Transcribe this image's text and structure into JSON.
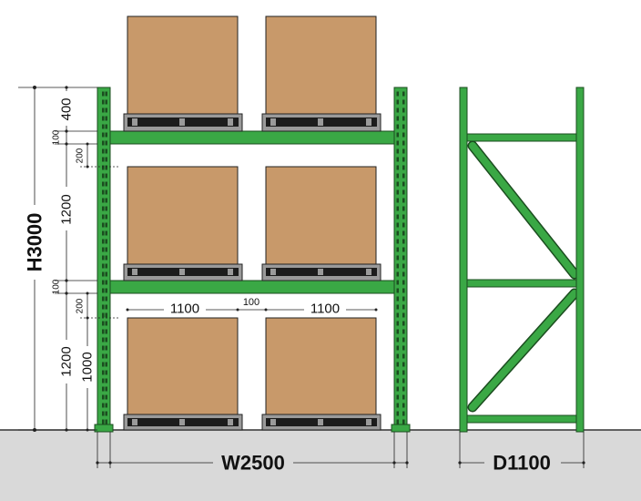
{
  "colors": {
    "frame_green": "#3aa845",
    "frame_outline": "#1b4d1f",
    "box_brown": "#c8996a",
    "pallet_dark": "#1c1c1c",
    "pallet_grey": "#9a9a9a",
    "floor_grey": "#d9d9d9"
  },
  "labels": {
    "height_total": "H3000",
    "width_total": "W2500",
    "depth_total": "D1100",
    "top_clearance": "400",
    "beam_1": "100",
    "beam_2": "100",
    "gap_1": "200",
    "gap_2": "200",
    "level_2_height": "1200",
    "level_1_height": "1200",
    "load_height": "1000",
    "pallet_width_left": "1100",
    "pallet_gap": "100",
    "pallet_width_right": "1100"
  }
}
